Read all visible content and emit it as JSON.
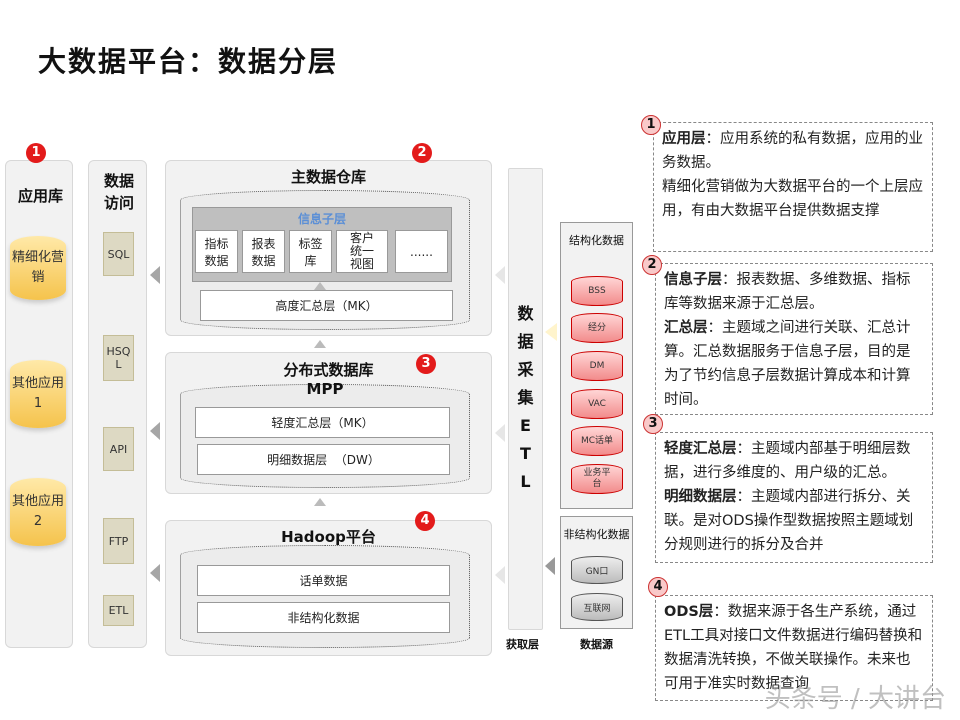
{
  "title": "大数据平台：数据分层",
  "app_layer": {
    "badge": "1",
    "title": "应用库",
    "items": [
      "精细化营销",
      "其他应用1",
      "其他应用2"
    ]
  },
  "access": {
    "title": "数据访问",
    "items": [
      "SQL",
      "HSQL",
      "API",
      "FTP",
      "ETL"
    ]
  },
  "warehouse": {
    "badge": "2",
    "title": "主数据仓库",
    "info_title": "信息子层",
    "info_items": [
      "指标数据",
      "报表数据",
      "标签库",
      "客户统一视图",
      "......"
    ],
    "summary": "高度汇总层（MK）",
    "info_title_color": "#5b8fd6"
  },
  "distributed": {
    "badge": "3",
    "title": "分布式数据库",
    "subtitle": "MPP",
    "items": [
      "轻度汇总层（MK）",
      "明细数据层  （DW）"
    ]
  },
  "hadoop": {
    "badge": "4",
    "title": "Hadoop平台",
    "items": [
      "话单数据",
      "非结构化数据"
    ]
  },
  "etl": {
    "text": [
      "数",
      "据",
      "采",
      "集",
      "E",
      "T",
      "L"
    ],
    "label": "获取层"
  },
  "sources": {
    "structured_title": "结构化数据",
    "structured": [
      "BSS",
      "经分",
      "DM",
      "VAC",
      "MC话单",
      "业务平台"
    ],
    "unstructured_title": "非结构化数据",
    "unstructured": [
      "GN口",
      "互联网"
    ],
    "label": "数据源"
  },
  "notes": [
    {
      "badge": "1",
      "parts": [
        {
          "b": "应用层",
          "t": "：应用系统的私有数据，应用的业务数据。"
        },
        {
          "b": "",
          "t": "精细化营销做为大数据平台的一个上层应用，有由大数据平台提供数据支撑"
        }
      ]
    },
    {
      "badge": "2",
      "parts": [
        {
          "b": "信息子层",
          "t": "：报表数据、多维数据、指标库等数据来源于汇总层。"
        },
        {
          "b": "汇总层",
          "t": "：主题域之间进行关联、汇总计算。汇总数据服务于信息子层，目的是为了节约信息子层数据计算成本和计算时间。"
        }
      ]
    },
    {
      "badge": "3",
      "parts": [
        {
          "b": "轻度汇总层",
          "t": "：主题域内部基于明细层数据，进行多维度的、用户级的汇总。"
        },
        {
          "b": "明细数据层",
          "t": "：主题域内部进行拆分、关联。是对ODS操作型数据按照主题域划分规则进行的拆分及合并"
        }
      ]
    },
    {
      "badge": "4",
      "parts": [
        {
          "b": "ODS层",
          "t": "：数据来源于各生产系统，通过ETL工具对接口文件数据进行编码替换和数据清洗转换，不做关联操作。未来也可用于准实时数据查询"
        }
      ]
    }
  ],
  "watermark": "头条号 / 大讲台"
}
